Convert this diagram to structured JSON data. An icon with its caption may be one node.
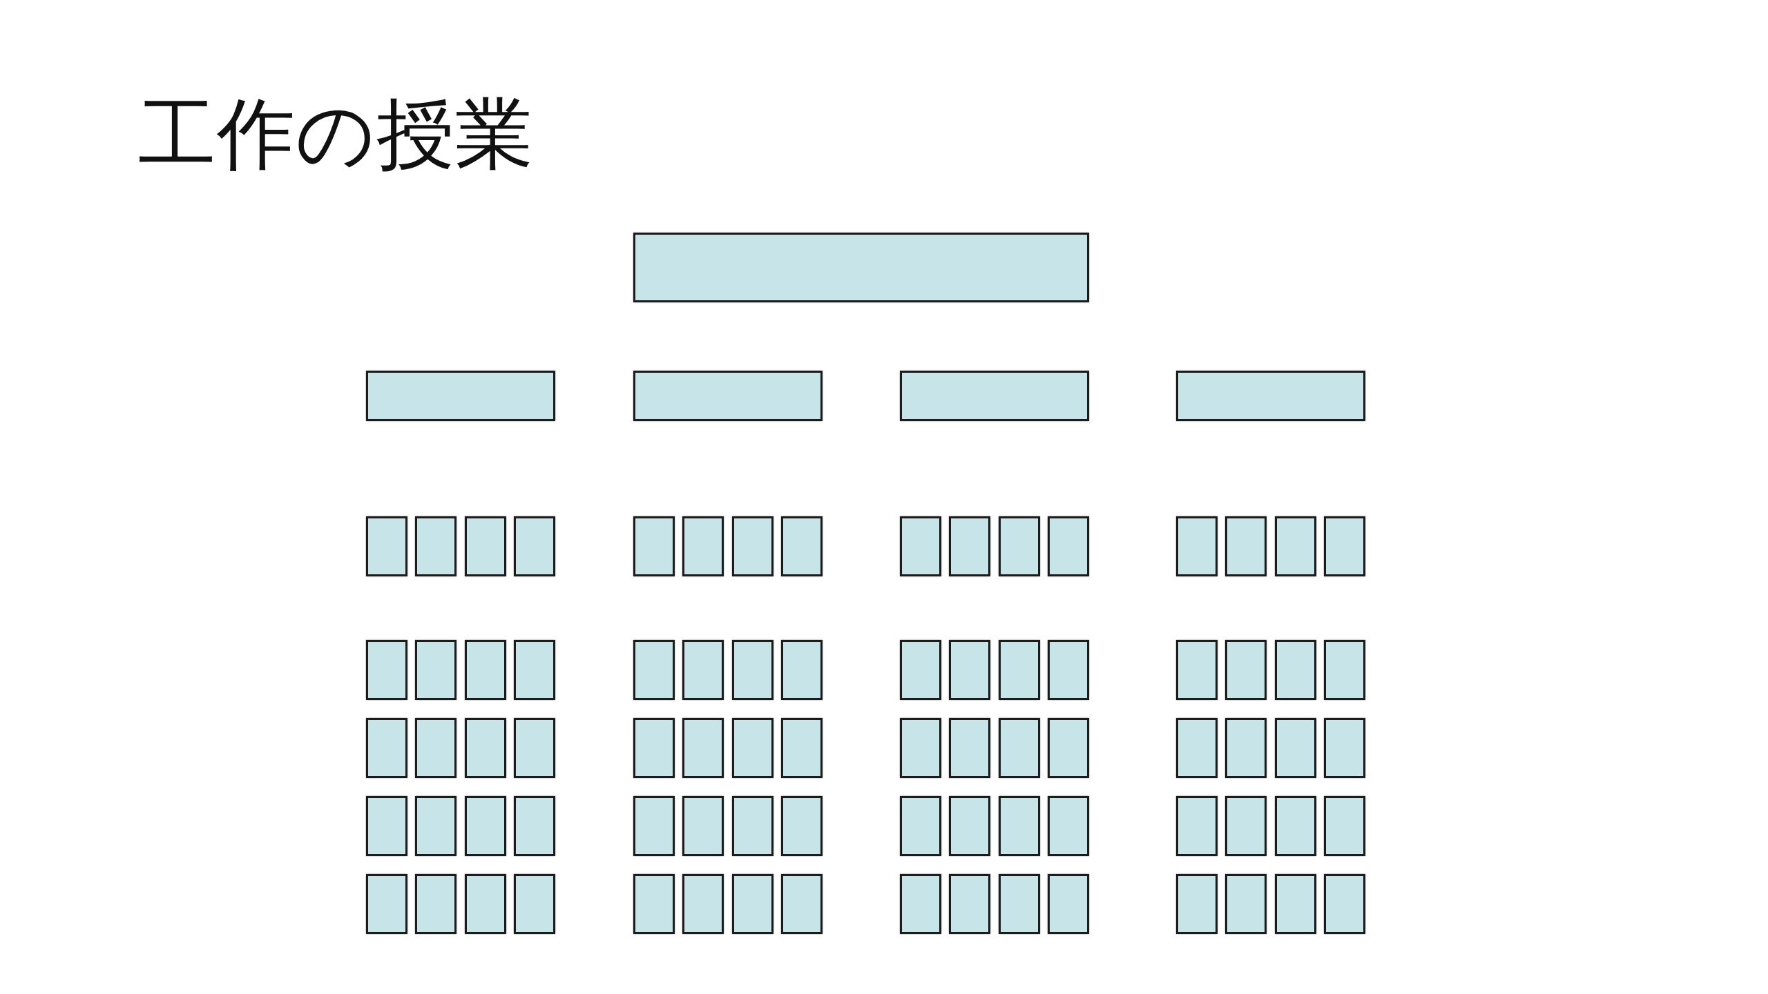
{
  "diagram": {
    "title": "工作の授業",
    "nodes": [
      {
        "text": [],
        "shape": "box"
      },
      {
        "text": [],
        "shape": "box"
      },
      {
        "text": [],
        "shape": "box"
      },
      {
        "text": [],
        "shape": "box"
      },
      {
        "text": [],
        "shape": "box"
      },
      {
        "text": [],
        "shape": "box"
      },
      {
        "text": [],
        "shape": "box"
      },
      {
        "text": [],
        "shape": "box"
      },
      {
        "text": [],
        "shape": "box"
      },
      {
        "text": [],
        "shape": "box"
      },
      {
        "text": [],
        "shape": "box"
      },
      {
        "text": [],
        "shape": "box"
      },
      {
        "text": [],
        "shape": "box"
      },
      {
        "text": [],
        "shape": "box"
      },
      {
        "text": [],
        "shape": "box"
      },
      {
        "text": [],
        "shape": "box"
      },
      {
        "text": [],
        "shape": "box"
      },
      {
        "text": [],
        "shape": "box"
      },
      {
        "text": [],
        "shape": "box"
      },
      {
        "text": [],
        "shape": "box"
      },
      {
        "text": [],
        "shape": "box"
      },
      {
        "text": [],
        "shape": "box"
      },
      {
        "text": [],
        "shape": "box"
      },
      {
        "text": [],
        "shape": "box"
      },
      {
        "text": [],
        "shape": "box"
      },
      {
        "text": [],
        "shape": "box"
      },
      {
        "text": [],
        "shape": "box"
      },
      {
        "text": [],
        "shape": "box"
      },
      {
        "text": [],
        "shape": "box"
      },
      {
        "text": [],
        "shape": "box"
      },
      {
        "text": [],
        "shape": "box"
      },
      {
        "text": [],
        "shape": "box"
      },
      {
        "text": [],
        "shape": "box"
      },
      {
        "text": [],
        "shape": "box"
      },
      {
        "text": [],
        "shape": "box"
      },
      {
        "text": [],
        "shape": "box"
      },
      {
        "text": [],
        "shape": "box"
      },
      {
        "text": [],
        "shape": "box"
      },
      {
        "text": [],
        "shape": "box"
      },
      {
        "text": [],
        "shape": "box"
      },
      {
        "text": [],
        "shape": "box"
      },
      {
        "text": [],
        "shape": "box"
      },
      {
        "text": [],
        "shape": "box"
      },
      {
        "text": [],
        "shape": "box"
      },
      {
        "text": [],
        "shape": "box"
      },
      {
        "text": [],
        "shape": "box"
      },
      {
        "text": [],
        "shape": "box"
      },
      {
        "text": [],
        "shape": "box"
      },
      {
        "text": [],
        "shape": "box"
      },
      {
        "text": [],
        "shape": "box"
      },
      {
        "text": [],
        "shape": "box"
      },
      {
        "text": [],
        "shape": "box"
      },
      {
        "text": [],
        "shape": "box"
      },
      {
        "text": [],
        "shape": "box"
      },
      {
        "text": [],
        "shape": "box"
      },
      {
        "text": [],
        "shape": "box"
      },
      {
        "text": [],
        "shape": "box"
      },
      {
        "text": [],
        "shape": "box"
      },
      {
        "text": [],
        "shape": "box"
      },
      {
        "text": [],
        "shape": "box"
      },
      {
        "text": [],
        "shape": "box"
      },
      {
        "text": [],
        "shape": "box"
      },
      {
        "text": [],
        "shape": "box"
      },
      {
        "text": [],
        "shape": "box"
      },
      {
        "text": [],
        "shape": "box"
      },
      {
        "text": [],
        "shape": "box"
      },
      {
        "text": [],
        "shape": "box"
      },
      {
        "text": [],
        "shape": "box"
      },
      {
        "text": [],
        "shape": "box"
      },
      {
        "text": [],
        "shape": "box"
      },
      {
        "text": [],
        "shape": "box"
      },
      {
        "text": [],
        "shape": "box"
      },
      {
        "text": [],
        "shape": "box"
      },
      {
        "text": [],
        "shape": "box"
      },
      {
        "text": [],
        "shape": "box"
      },
      {
        "text": [],
        "shape": "box"
      },
      {
        "text": [],
        "shape": "box"
      },
      {
        "text": [],
        "shape": "box"
      },
      {
        "text": [],
        "shape": "box"
      },
      {
        "text": [],
        "shape": "box"
      },
      {
        "text": [],
        "shape": "box"
      },
      {
        "text": [],
        "shape": "box"
      },
      {
        "text": [],
        "shape": "box"
      },
      {
        "text": [],
        "shape": "box"
      },
      {
        "text": [],
        "shape": "box"
      }
    ]
  }
}
